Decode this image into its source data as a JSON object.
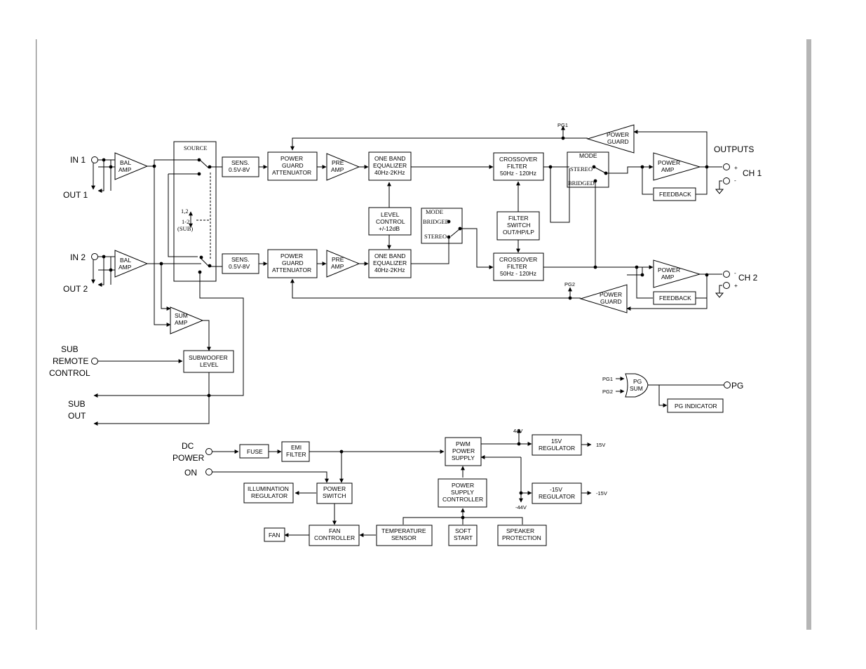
{
  "blocks": {
    "bal_amp_1": [
      "BAL",
      "AMP"
    ],
    "bal_amp_2": [
      "BAL",
      "AMP"
    ],
    "source": "SOURCE",
    "source_pos_a": "1,2",
    "source_pos_b": "1-2",
    "source_pos_c": "(SUB)",
    "sens_1": [
      "SENS.",
      "0.5V-8V"
    ],
    "sens_2": [
      "SENS.",
      "0.5V-8V"
    ],
    "pga_1": [
      "POWER",
      "GUARD",
      "ATTENUATOR"
    ],
    "pga_2": [
      "POWER",
      "GUARD",
      "ATTENUATOR"
    ],
    "pre_amp_1": [
      "PRE",
      "AMP"
    ],
    "pre_amp_2": [
      "PRE",
      "AMP"
    ],
    "eq_1": [
      "ONE BAND",
      "EQUALIZER",
      "40Hz-2KHz"
    ],
    "eq_2": [
      "ONE BAND",
      "EQUALIZER",
      "40Hz-2KHz"
    ],
    "level_control": [
      "LEVEL",
      "CONTROL",
      "+/-12dB"
    ],
    "crossover_1": [
      "CROSSOVER",
      "FILTER",
      "50Hz - 120Hz"
    ],
    "crossover_2": [
      "CROSSOVER",
      "FILTER",
      "50Hz - 120Hz"
    ],
    "filter_switch": [
      "FILTER",
      "SWITCH",
      "OUT/HP/LP"
    ],
    "mode_1": {
      "title": "MODE",
      "stereo": "STEREO",
      "bridged": "BRIDGED"
    },
    "mode_2": {
      "title": "MODE",
      "bridged": "BRIDGED",
      "stereo": "STEREO"
    },
    "power_amp_1": [
      "POWER",
      "AMP"
    ],
    "power_amp_2": [
      "POWER",
      "AMP"
    ],
    "feedback_1": "FEEDBACK",
    "feedback_2": "FEEDBACK",
    "power_guard_1": [
      "POWER",
      "GUARD"
    ],
    "power_guard_2": [
      "POWER",
      "GUARD"
    ],
    "sum_amp": [
      "SUM",
      "AMP"
    ],
    "subwoofer_level": [
      "SUBWOOFER",
      "LEVEL"
    ],
    "pg_sum": [
      "PG",
      "SUM"
    ],
    "pg_indicator": "PG INDICATOR",
    "fuse": "FUSE",
    "emi_filter": [
      "EMI",
      "FILTER"
    ],
    "pwm_supply": [
      "PWM",
      "POWER",
      "SUPPLY"
    ],
    "reg_15": [
      "15V",
      "REGULATOR"
    ],
    "reg_m15": [
      "-15V",
      "REGULATOR"
    ],
    "ps_controller": [
      "POWER",
      "SUPPLY",
      "CONTROLLER"
    ],
    "illumination": [
      "ILLUMINATION",
      "REGULATOR"
    ],
    "power_switch": [
      "POWER",
      "SWITCH"
    ],
    "fan": "FAN",
    "fan_controller": [
      "FAN",
      "CONTROLLER"
    ],
    "temp_sensor": [
      "TEMPERATURE",
      "SENSOR"
    ],
    "soft_start": [
      "SOFT",
      "START"
    ],
    "speaker_protection": [
      "SPEAKER",
      "PROTECTION"
    ]
  },
  "labels": {
    "in1": "IN 1",
    "out1": "OUT 1",
    "in2": "IN 2",
    "out2": "OUT 2",
    "sub_remote": [
      "SUB",
      "REMOTE",
      "CONTROL"
    ],
    "sub_out": [
      "SUB",
      "OUT"
    ],
    "outputs": "OUTPUTS",
    "ch1": "CH 1",
    "ch2": "CH 2",
    "plus": "+",
    "minus": "-",
    "pg1": "PG1",
    "pg2": "PG2",
    "pg_out": "PG",
    "dc_power": [
      "DC",
      "POWER"
    ],
    "on": "ON",
    "v44": "44V",
    "vm44": "-44V",
    "v15": "15V",
    "vm15": "-15V"
  },
  "frame": {
    "left_rule_color": "#8a8a8a",
    "right_bar_color": "#b5b5b5"
  }
}
